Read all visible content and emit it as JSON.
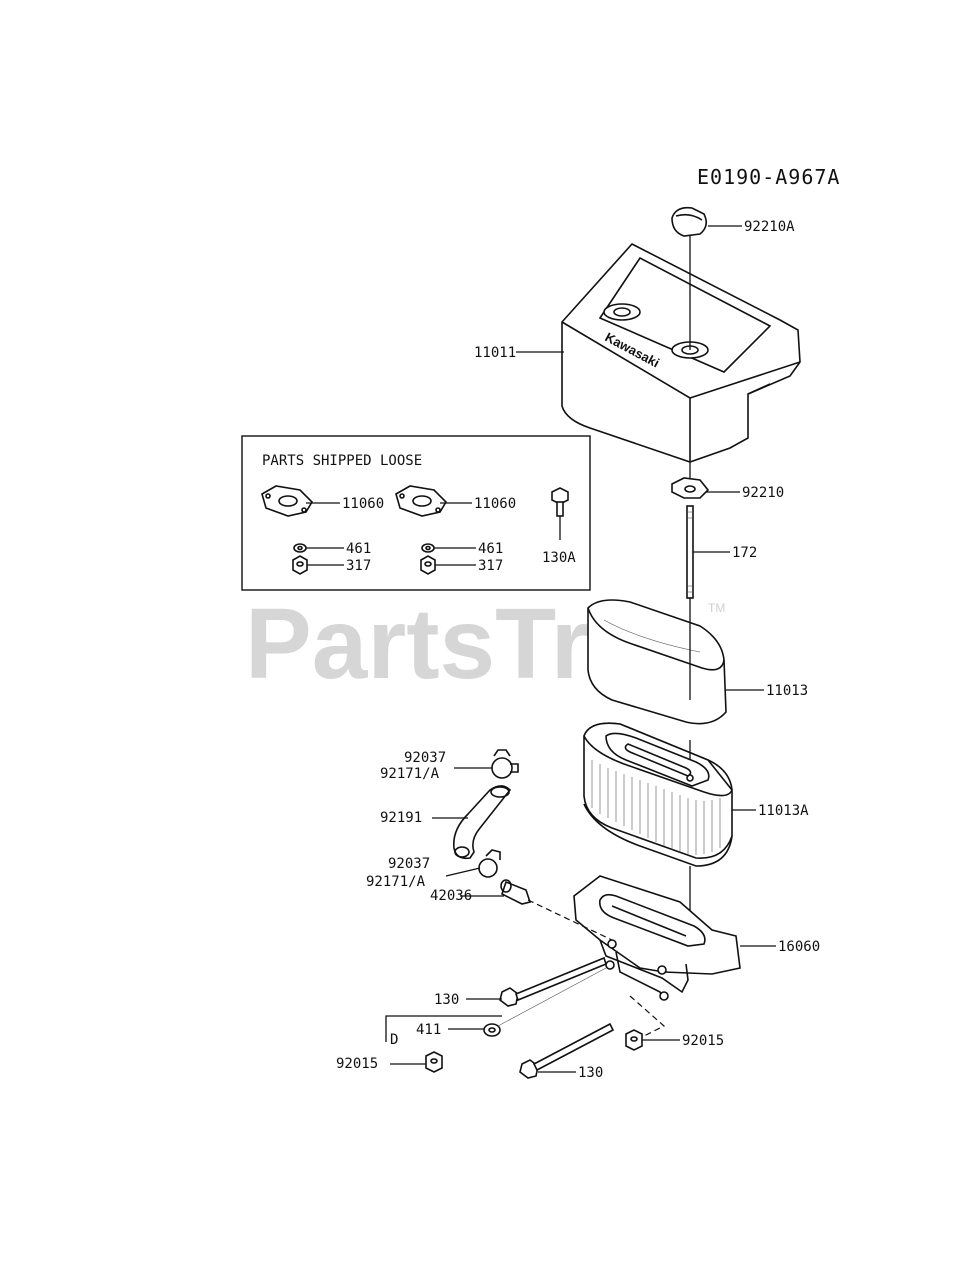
{
  "diagram_ref": "E0190-A967A",
  "watermark": "PartsTree",
  "trademark": "TM",
  "loose_box": {
    "title": "PARTS SHIPPED LOOSE"
  },
  "logo_text": "Kawasaki",
  "labels": {
    "p92210A": "92210A",
    "p11011": "11011",
    "p92210": "92210",
    "p172": "172",
    "p11013": "11013",
    "p11013A": "11013A",
    "p92037a": "92037",
    "p92171a": "92171/A",
    "p92191": "92191",
    "p92037b": "92037",
    "p92171b": "92171/A",
    "p42036": "42036",
    "p16060": "16060",
    "p130a": "130",
    "p411": "411",
    "pD": "D",
    "p92015a": "92015",
    "p92015b": "92015",
    "p130b": "130",
    "l11060a": "11060",
    "l11060b": "11060",
    "l461a": "461",
    "l461b": "461",
    "l317a": "317",
    "l317b": "317",
    "l130A": "130A"
  }
}
